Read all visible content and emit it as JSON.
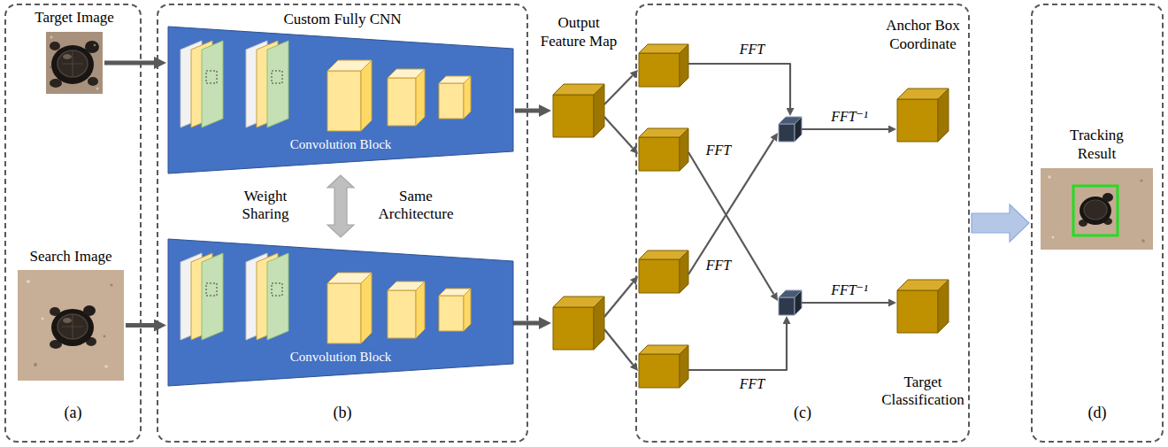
{
  "diagram": {
    "nodes": [
      {
        "text": [
          "(a)"
        ]
      },
      {
        "text": [
          "Target Image"
        ],
        "in": 0
      },
      {
        "text": [
          "Search Image"
        ],
        "in": 0
      },
      {
        "text": [
          "Custom Fully CNN",
          "(b)"
        ]
      },
      {
        "text": [
          "Convolution Block"
        ],
        "in": 3
      },
      {
        "text": [
          "Convolution Block"
        ],
        "in": 3
      },
      {
        "text": [
          "Output Feature Map"
        ]
      },
      {
        "text": [
          "(c)"
        ]
      },
      {
        "text": [
          "Anchor Box Coordinate"
        ],
        "in": 7
      },
      {
        "text": [
          "Target Classification"
        ],
        "in": 7
      },
      {
        "text": [
          "(d)"
        ]
      },
      {
        "text": [
          "Tracking Result"
        ],
        "in": 10
      }
    ],
    "edges": [
      {
        "from": 1,
        "to": 4,
        "arrow": "to"
      },
      {
        "from": 2,
        "to": 5,
        "arrow": "to"
      },
      {
        "from": 4,
        "to": 5,
        "arrow": "both"
      },
      {
        "from": 4,
        "to": 6,
        "arrow": "to"
      },
      {
        "from": 7,
        "to": 10,
        "arrow": "to"
      }
    ],
    "labels": [
      "Weight Sharing",
      "Same Architecture",
      "FFT",
      "FFT⁻¹",
      "FFT",
      "FFT",
      "FFT⁻¹",
      "FFT"
    ]
  }
}
